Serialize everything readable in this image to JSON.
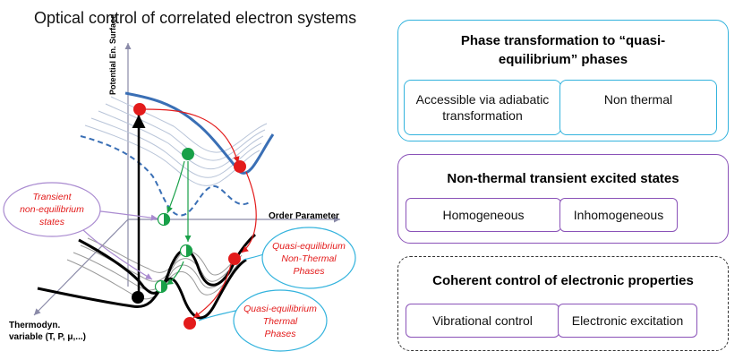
{
  "title": "Optical control of correlated electron systems",
  "diagram": {
    "axis_potential": "Potential En. Surface",
    "axis_order": "Order Parameter",
    "axis_thermo_line1": "Thermodyn.",
    "axis_thermo_line2": "variable (T, P, μ,...)",
    "transient_line1": "Transient",
    "transient_line2": "non-equilibrium",
    "transient_line3": "states",
    "qe_nonthermal_line1": "Quasi-equilibrium",
    "qe_nonthermal_line2": "Non-Thermal",
    "qe_nonthermal_line3": "Phases",
    "qe_thermal_line1": "Quasi-equilibrium",
    "qe_thermal_line2": "Thermal",
    "qe_thermal_line3": "Phases"
  },
  "panels": {
    "phase": {
      "title_line1": "Phase transformation to “quasi-",
      "title_line2": "equilibrium” phases",
      "left": "Accessible via adiabatic transformation",
      "right": "Non thermal"
    },
    "nonthermal": {
      "title": "Non-thermal transient excited states",
      "left": "Homogeneous",
      "right": "Inhomogeneous"
    },
    "coherent": {
      "title": "Coherent control of electronic properties",
      "left": "Vibrational control",
      "right": "Electronic excitation"
    }
  },
  "colors": {
    "blue_surface": "#3a6fb5",
    "red": "#e31b1b",
    "green": "#18a048",
    "cyan_box": "#33b3dd",
    "purple_box": "#8a52b8"
  }
}
